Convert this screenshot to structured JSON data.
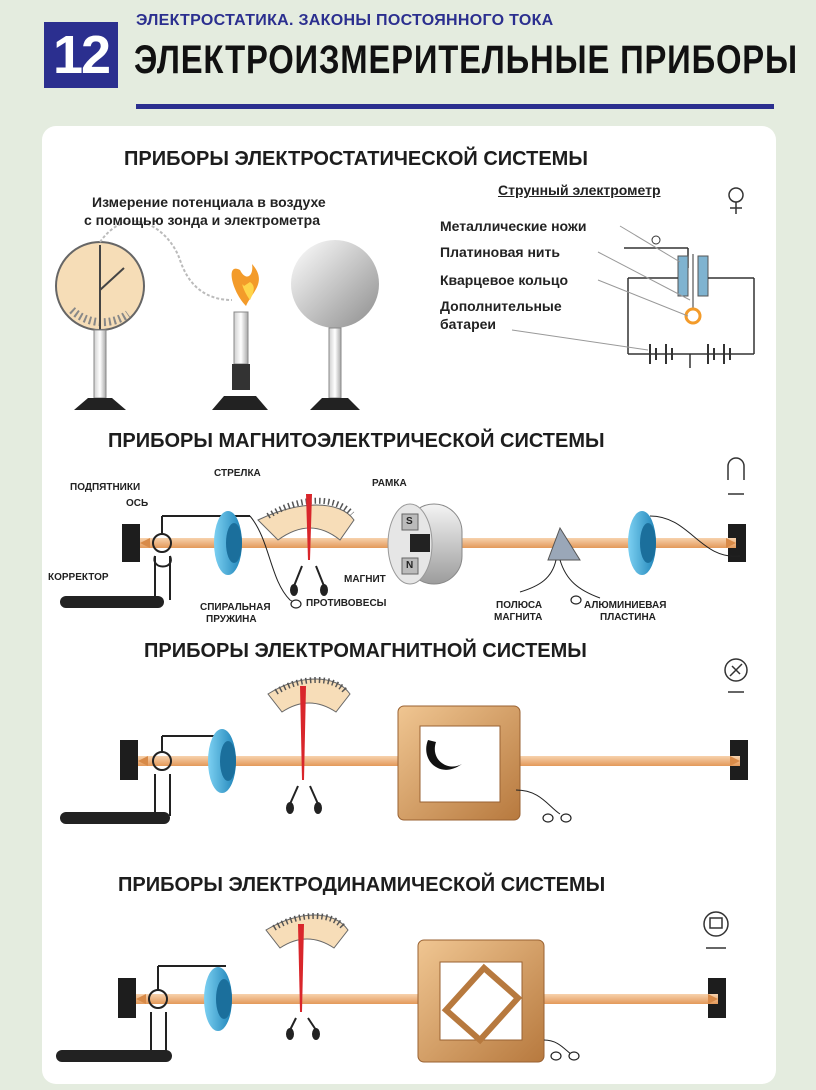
{
  "header": {
    "number": "12",
    "subtitle": "ЭЛЕКТРОСТАТИКА. ЗАКОНЫ ПОСТОЯННОГО ТОКА",
    "title": "ЭЛЕКТРОИЗМЕРИТЕЛЬНЫЕ ПРИБОРЫ"
  },
  "sections": {
    "electrostatic": {
      "heading": "ПРИБОРЫ ЭЛЕКТРОСТАТИЧЕСКОЙ СИСТЕМЫ",
      "probe_caption_line1": "Измерение потенциала в воздухе",
      "probe_caption_line2": "с помощью зонда и электрометра",
      "string_title": "Струнный электрометр",
      "labels": {
        "knives": "Металлические ножи",
        "thread": "Платиновая нить",
        "ring": "Кварцевое кольцо",
        "batteries_line1": "Дополнительные",
        "batteries_line2": "батареи"
      }
    },
    "magnetoelectric": {
      "heading": "ПРИБОРЫ МАГНИТОЭЛЕКТРИЧЕСКОЙ СИСТЕМЫ",
      "labels": {
        "bearings": "ПОДПЯТНИКИ",
        "axis": "ОСЬ",
        "pointer": "СТРЕЛКА",
        "frame": "РАМКА",
        "corrector": "КОРРЕКТОР",
        "magnet": "МАГНИТ",
        "spring_line1": "СПИРАЛЬНАЯ",
        "spring_line2": "ПРУЖИНА",
        "counterweights": "ПРОТИВОВЕСЫ",
        "poles_line1": "ПОЛЮСА",
        "poles_line2": "МАГНИТА",
        "aluminium_line1": "АЛЮМИНИЕВАЯ",
        "aluminium_line2": "ПЛАСТИНА",
        "pole_s": "S",
        "pole_n": "N"
      }
    },
    "electromagnetic": {
      "heading": "ПРИБОРЫ ЭЛЕКТРОМАГНИТНОЙ СИСТЕМЫ"
    },
    "electrodynamic": {
      "heading": "ПРИБОРЫ ЭЛЕКТРОДИНАМИЧЕСКОЙ СИСТЕМЫ"
    }
  },
  "colors": {
    "brand": "#2b2f8f",
    "axis": "#f0b27a",
    "spring": "#3aa7d8",
    "pointer": "#d9262b",
    "coil": "#d9a46a",
    "background": "#e4ecdf"
  },
  "icons": [
    "electrostatic-symbol-icon",
    "magnetoelectric-symbol-icon",
    "electromagnetic-symbol-icon",
    "electrodynamic-symbol-icon"
  ]
}
